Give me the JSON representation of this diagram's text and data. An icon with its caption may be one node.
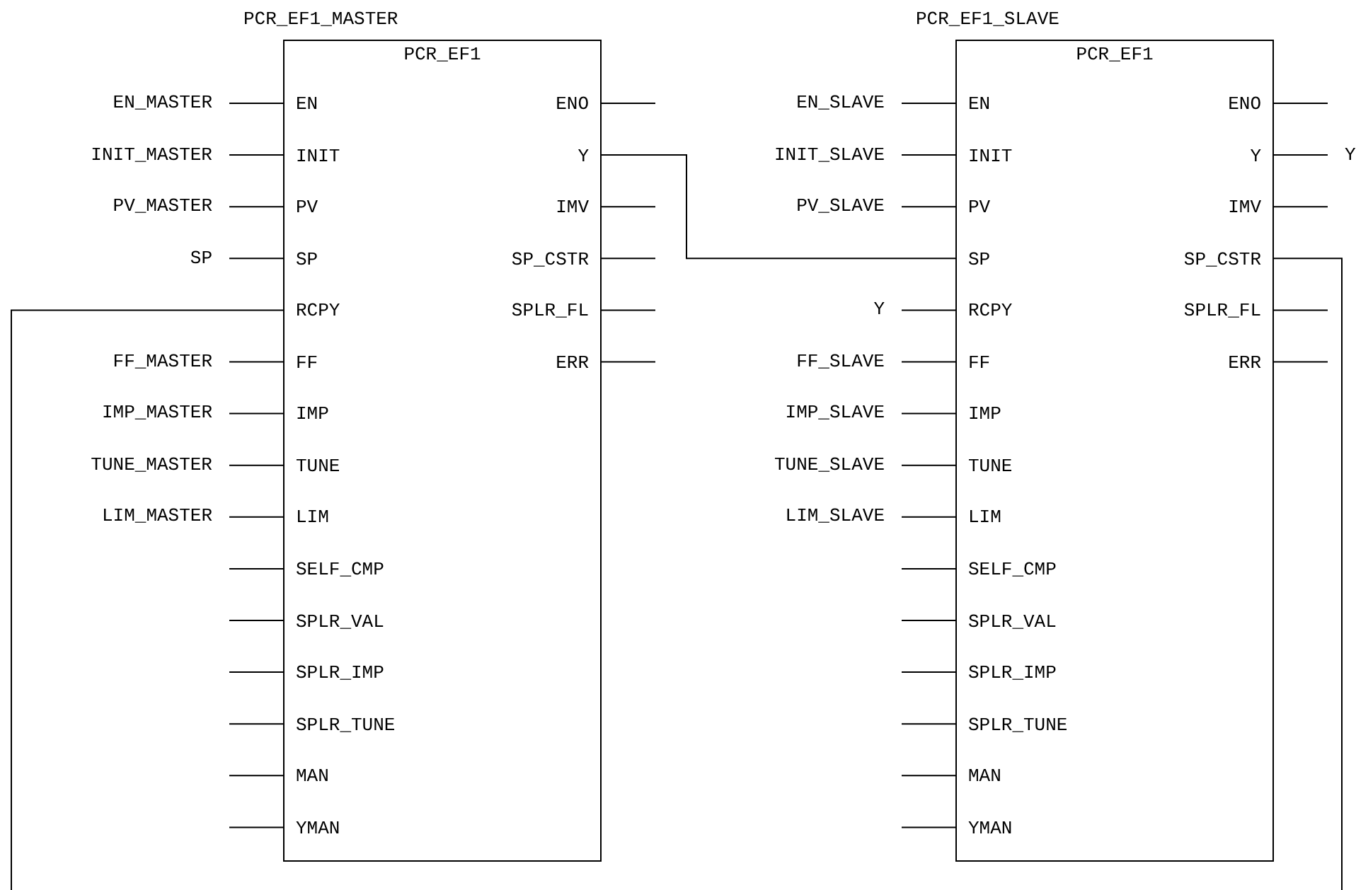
{
  "diagram": {
    "nodes": [
      {
        "text": [
          "PCR_EF1"
        ],
        "beside": [
          "PCR_EF1_MASTER"
        ]
      },
      {
        "text": [
          "EN"
        ],
        "in": 0
      },
      {
        "text": [
          "INIT"
        ],
        "in": 0
      },
      {
        "text": [
          "PV"
        ],
        "in": 0
      },
      {
        "text": [
          "SP"
        ],
        "in": 0
      },
      {
        "text": [
          "RCPY"
        ],
        "in": 0
      },
      {
        "text": [
          "FF"
        ],
        "in": 0
      },
      {
        "text": [
          "IMP"
        ],
        "in": 0
      },
      {
        "text": [
          "TUNE"
        ],
        "in": 0
      },
      {
        "text": [
          "LIM"
        ],
        "in": 0
      },
      {
        "text": [
          "SELF_CMP"
        ],
        "in": 0
      },
      {
        "text": [
          "SPLR_VAL"
        ],
        "in": 0
      },
      {
        "text": [
          "SPLR_IMP"
        ],
        "in": 0
      },
      {
        "text": [
          "SPLR_TUNE"
        ],
        "in": 0
      },
      {
        "text": [
          "MAN"
        ],
        "in": 0
      },
      {
        "text": [
          "YMAN"
        ],
        "in": 0
      },
      {
        "text": [
          "ENO"
        ],
        "in": 0
      },
      {
        "text": [
          "Y"
        ],
        "in": 0
      },
      {
        "text": [
          "IMV"
        ],
        "in": 0
      },
      {
        "text": [
          "SP_CSTR"
        ],
        "in": 0
      },
      {
        "text": [
          "SPLR_FL"
        ],
        "in": 0
      },
      {
        "text": [
          "ERR"
        ],
        "in": 0
      },
      {
        "text": [
          "PCR_EF1"
        ],
        "beside": [
          "PCR_EF1_SLAVE"
        ]
      },
      {
        "text": [
          "EN"
        ],
        "in": 22
      },
      {
        "text": [
          "INIT"
        ],
        "in": 22
      },
      {
        "text": [
          "PV"
        ],
        "in": 22
      },
      {
        "text": [
          "SP"
        ],
        "in": 22
      },
      {
        "text": [
          "RCPY"
        ],
        "in": 22
      },
      {
        "text": [
          "FF"
        ],
        "in": 22
      },
      {
        "text": [
          "IMP"
        ],
        "in": 22
      },
      {
        "text": [
          "TUNE"
        ],
        "in": 22
      },
      {
        "text": [
          "LIM"
        ],
        "in": 22
      },
      {
        "text": [
          "SELF_CMP"
        ],
        "in": 22
      },
      {
        "text": [
          "SPLR_VAL"
        ],
        "in": 22
      },
      {
        "text": [
          "SPLR_IMP"
        ],
        "in": 22
      },
      {
        "text": [
          "SPLR_TUNE"
        ],
        "in": 22
      },
      {
        "text": [
          "MAN"
        ],
        "in": 22
      },
      {
        "text": [
          "YMAN"
        ],
        "in": 22
      },
      {
        "text": [
          "ENO"
        ],
        "in": 22
      },
      {
        "text": [
          "Y"
        ],
        "in": 22
      },
      {
        "text": [
          "IMV"
        ],
        "in": 22
      },
      {
        "text": [
          "SP_CSTR"
        ],
        "in": 22
      },
      {
        "text": [
          "SPLR_FL"
        ],
        "in": 22
      },
      {
        "text": [
          "ERR"
        ],
        "in": 22
      },
      {
        "text": [
          "EN_MASTER"
        ]
      },
      {
        "text": [
          "INIT_MASTER"
        ]
      },
      {
        "text": [
          "PV_MASTER"
        ]
      },
      {
        "text": [
          "SP"
        ]
      },
      {
        "text": [
          "FF_MASTER"
        ]
      },
      {
        "text": [
          "IMP_MASTER"
        ]
      },
      {
        "text": [
          "TUNE_MASTER"
        ]
      },
      {
        "text": [
          "LIM_MASTER"
        ]
      },
      {
        "text": [
          "EN_SLAVE"
        ]
      },
      {
        "text": [
          "INIT_SLAVE"
        ]
      },
      {
        "text": [
          "PV_SLAVE"
        ]
      },
      {
        "text": [
          "Y"
        ]
      },
      {
        "text": [
          "FF_SLAVE"
        ]
      },
      {
        "text": [
          "IMP_SLAVE"
        ]
      },
      {
        "text": [
          "TUNE_SLAVE"
        ]
      },
      {
        "text": [
          "LIM_SLAVE"
        ]
      },
      {
        "text": [
          "Y"
        ]
      }
    ],
    "edges": [
      {
        "from": 44,
        "to": 1,
        "arrow": "none"
      },
      {
        "from": 45,
        "to": 2,
        "arrow": "none"
      },
      {
        "from": 46,
        "to": 3,
        "arrow": "none"
      },
      {
        "from": 47,
        "to": 4,
        "arrow": "none"
      },
      {
        "from": null,
        "to": 5,
        "arrow": "none"
      },
      {
        "from": 48,
        "to": 6,
        "arrow": "none"
      },
      {
        "from": 49,
        "to": 7,
        "arrow": "none"
      },
      {
        "from": 50,
        "to": 8,
        "arrow": "none"
      },
      {
        "from": 51,
        "to": 9,
        "arrow": "none"
      },
      {
        "from": null,
        "to": 10,
        "arrow": "none"
      },
      {
        "from": null,
        "to": 11,
        "arrow": "none"
      },
      {
        "from": null,
        "to": 12,
        "arrow": "none"
      },
      {
        "from": null,
        "to": 13,
        "arrow": "none"
      },
      {
        "from": null,
        "to": 14,
        "arrow": "none"
      },
      {
        "from": null,
        "to": 15,
        "arrow": "none"
      },
      {
        "from": 16,
        "to": null,
        "arrow": "none"
      },
      {
        "from": 17,
        "to": 26,
        "arrow": "none"
      },
      {
        "from": 18,
        "to": null,
        "arrow": "none"
      },
      {
        "from": 19,
        "to": null,
        "arrow": "none"
      },
      {
        "from": 20,
        "to": null,
        "arrow": "none"
      },
      {
        "from": 21,
        "to": null,
        "arrow": "none"
      },
      {
        "from": 52,
        "to": 23,
        "arrow": "none"
      },
      {
        "from": 53,
        "to": 24,
        "arrow": "none"
      },
      {
        "from": 54,
        "to": 25,
        "arrow": "none"
      },
      {
        "from": 55,
        "to": 27,
        "arrow": "none"
      },
      {
        "from": 56,
        "to": 28,
        "arrow": "none"
      },
      {
        "from": 57,
        "to": 29,
        "arrow": "none"
      },
      {
        "from": 58,
        "to": 30,
        "arrow": "none"
      },
      {
        "from": 59,
        "to": 31,
        "arrow": "none"
      },
      {
        "from": null,
        "to": 32,
        "arrow": "none"
      },
      {
        "from": null,
        "to": 33,
        "arrow": "none"
      },
      {
        "from": null,
        "to": 34,
        "arrow": "none"
      },
      {
        "from": null,
        "to": 35,
        "arrow": "none"
      },
      {
        "from": null,
        "to": 36,
        "arrow": "none"
      },
      {
        "from": null,
        "to": 37,
        "arrow": "none"
      },
      {
        "from": 38,
        "to": null,
        "arrow": "none"
      },
      {
        "from": 39,
        "to": 60,
        "arrow": "none"
      },
      {
        "from": 40,
        "to": null,
        "arrow": "none"
      },
      {
        "from": 41,
        "to": null,
        "arrow": "none"
      },
      {
        "from": 42,
        "to": null,
        "arrow": "none"
      },
      {
        "from": 43,
        "to": null,
        "arrow": "none"
      }
    ]
  }
}
